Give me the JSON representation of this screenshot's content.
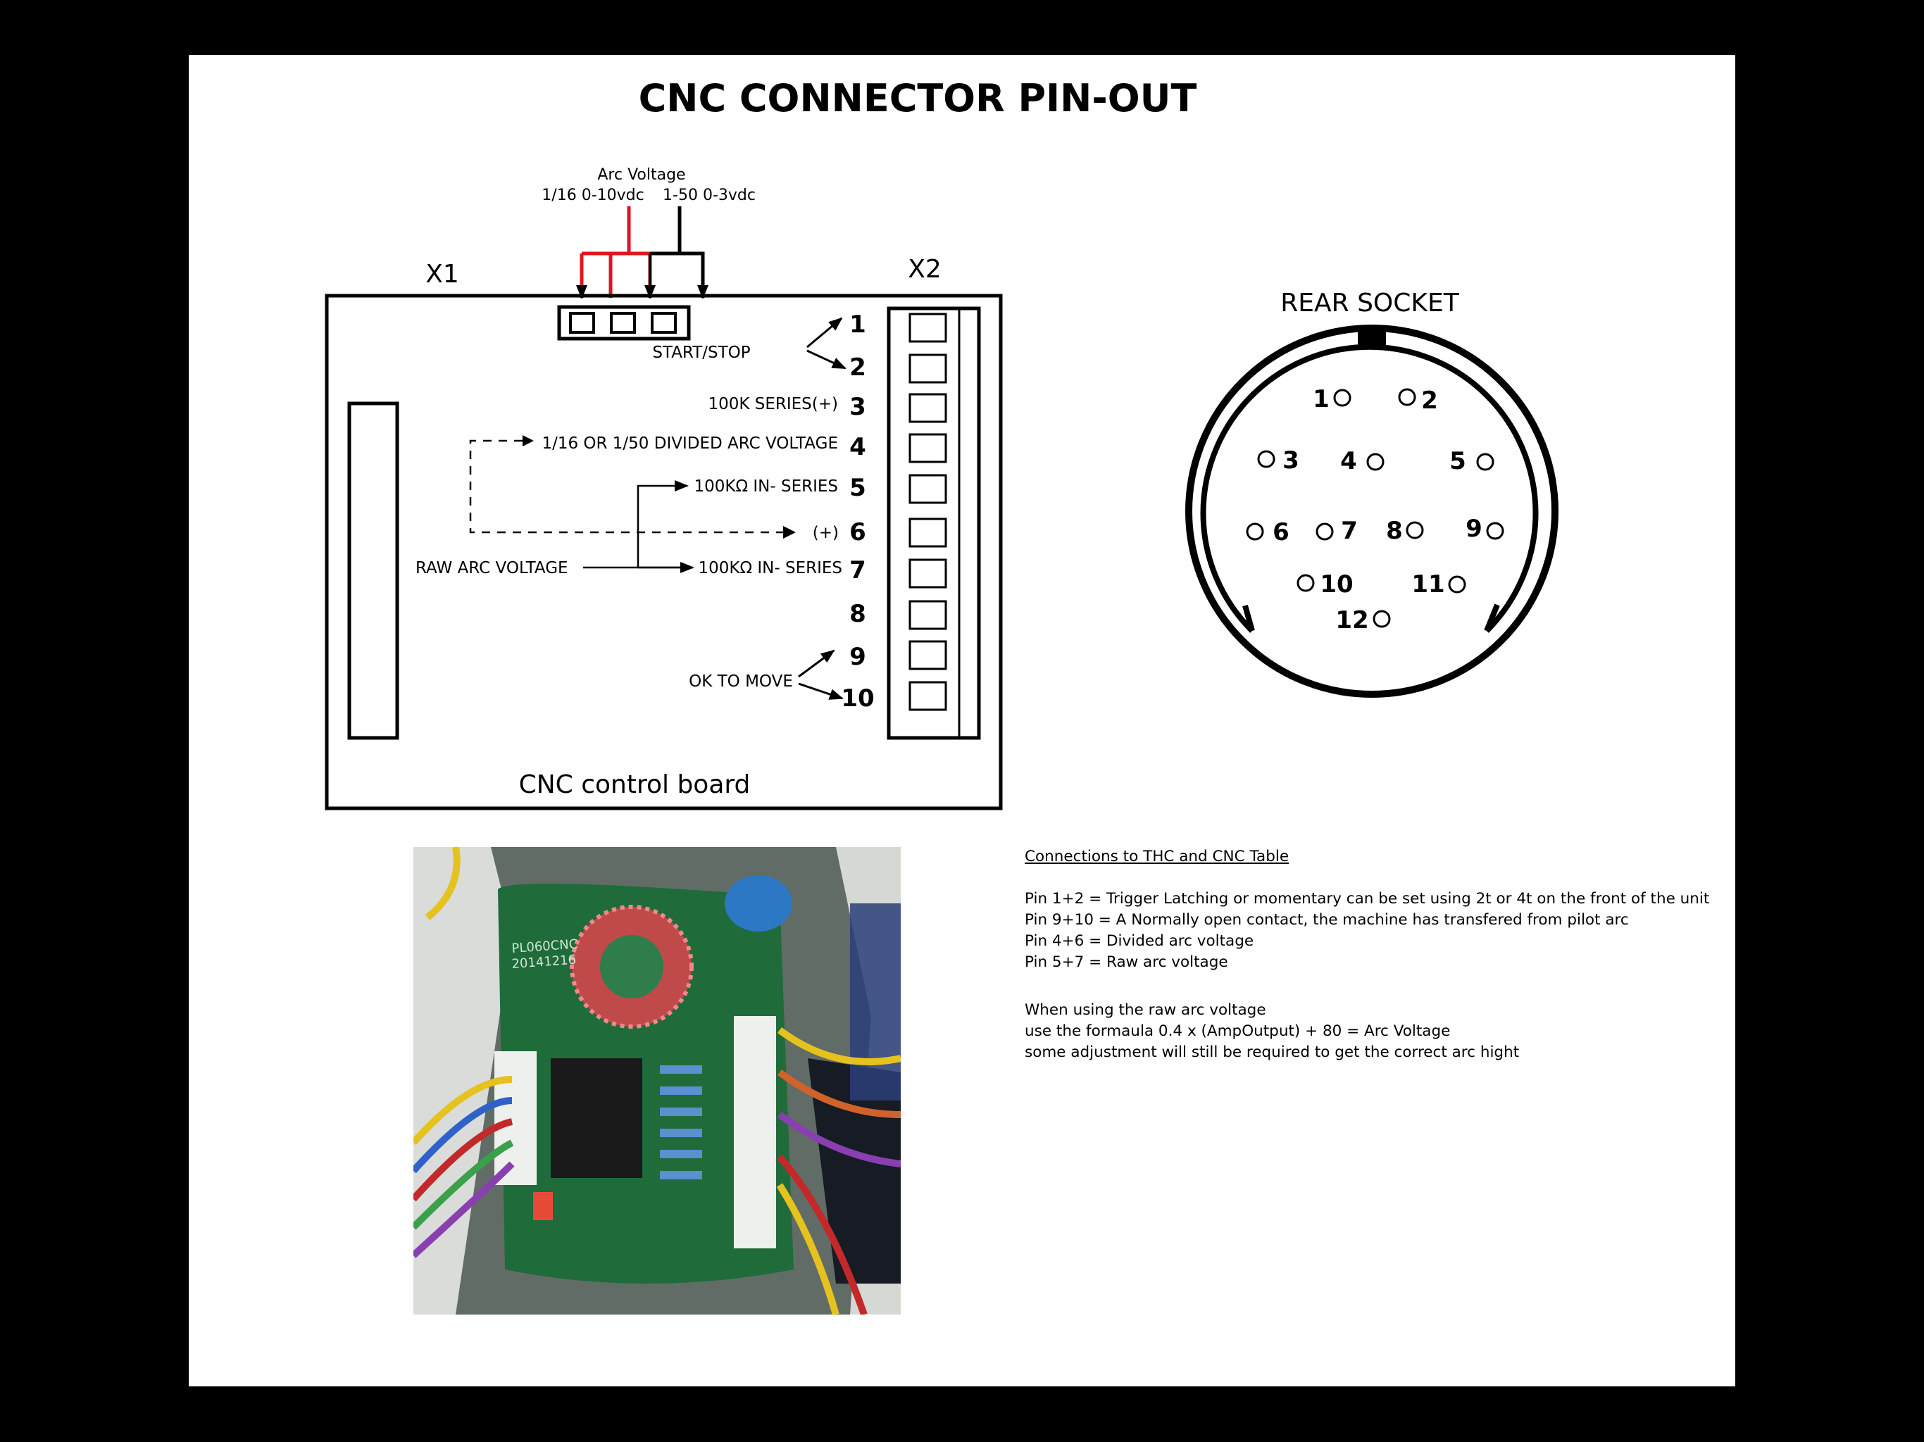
{
  "title": "CNC CONNECTOR PIN-OUT",
  "board": {
    "arc_voltage_label": "Arc Voltage",
    "range_1_16": "1/16 0-10vdc",
    "range_1_50": "1-50 0-3vdc",
    "x1_label": "X1",
    "x2_label": "X2",
    "board_label": "CNC control board",
    "start_stop": "START/STOP",
    "series_100k": "100K SERIES(+)",
    "divided_arc": "1/16 OR 1/50 DIVIDED ARC VOLTAGE",
    "in_series_5": "100KΩ IN- SERIES",
    "plus_6": "(+)",
    "raw_arc": "RAW ARC VOLTAGE",
    "in_series_7": "100KΩ IN- SERIES",
    "ok_to_move": "OK TO MOVE",
    "pins": [
      "1",
      "2",
      "3",
      "4",
      "5",
      "6",
      "7",
      "8",
      "9",
      "10"
    ]
  },
  "socket": {
    "label": "REAR SOCKET",
    "pins": [
      "1",
      "2",
      "3",
      "4",
      "5",
      "6",
      "7",
      "8",
      "9",
      "10",
      "11",
      "12"
    ]
  },
  "notes": {
    "heading": "Connections to THC and CNC Table",
    "pin_1_2": "Pin 1+2 = Trigger Latching or momentary can be set using 2t or 4t on the front of the unit",
    "pin_9_10": "Pin 9+10 = A Normally open contact, the machine has transfered from pilot arc",
    "pin_4_6": "Pin 4+6 = Divided arc voltage",
    "pin_5_7": "Pin 5+7 = Raw arc voltage",
    "raw_1": "When using the raw arc voltage",
    "raw_2": "use the formaula 0.4 x (AmpOutput) + 80 = Arc Voltage",
    "raw_3": "some adjustment will still be required to get the correct arc hight"
  },
  "photo": {
    "board_marking_1": "PL060CNC",
    "board_marking_2": "20141216"
  },
  "colors": {
    "background": "#000000",
    "sheet": "#ffffff",
    "red_wire": "#e0141e",
    "pcb_green": "#1f6b3a"
  }
}
